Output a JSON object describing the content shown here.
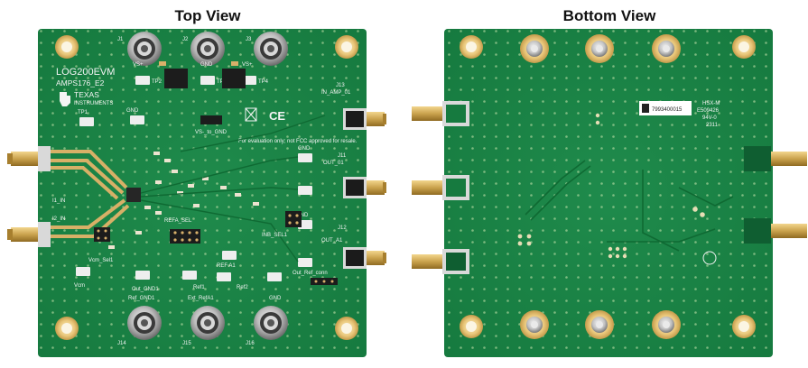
{
  "titles": {
    "top": "Top View",
    "bottom": "Bottom View"
  },
  "top_board": {
    "board_name": "LOG200EVM",
    "board_rev": "AMPS176_E2",
    "brand_line1": "TEXAS",
    "brand_line2": "INSTRUMENTS",
    "notice": "For evaluation only; not FCC approved for resale.",
    "labels": {
      "j1": "J1",
      "j2": "J2",
      "j3": "J3",
      "vs_plus_1": "VS+",
      "gnd_1": "GND",
      "vs_plus_2": "VS+",
      "tp2": "TP2",
      "tp3": "TP3",
      "tp4": "TP4",
      "tp1": "TP1",
      "gnd_tp": "GND",
      "vs_to_gnd": "VS-_to_GND",
      "in_amp_01": "IN_AMP_01",
      "j13": "J13",
      "out_01": "OUT_01",
      "j11": "J11",
      "out_a1": "OUT_A1",
      "j12": "J12",
      "i1_in": "I1_IN",
      "i2_in": "I2_IN",
      "refa_sel": "REFA_SEL",
      "inb_sel1": "INB_SEL1",
      "vcm_sel1": "Vcm_Sel1",
      "ref_a1": "REF A1",
      "gnd_tp2": "GND",
      "gnd_tp3": "GND",
      "out_ref_conn": "Out_Ref_conn",
      "vcm": "Vcm",
      "ref_gnd1": "Ref_GND1",
      "out_gnd1": "Out_GND1",
      "ref1": "Ref1",
      "ref2": "Ref2",
      "ext_refa1": "Ext_RefA1",
      "gnd_bottom": "GND",
      "j14": "J14",
      "j15": "J15",
      "j16": "J16"
    }
  },
  "bottom_board": {
    "barcode": "7993400015",
    "ul_line1": "HSX-M",
    "ul_line2": "E509426",
    "ul_line3": "94V-0",
    "ul_line4": "2311"
  }
}
